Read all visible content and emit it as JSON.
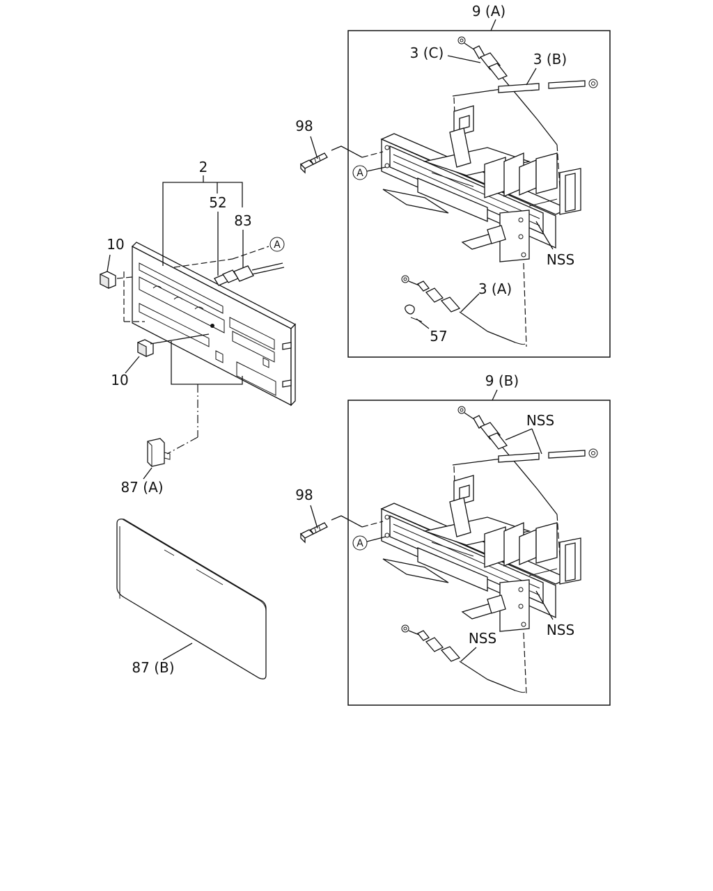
{
  "labels": {
    "assembly_a": "9 (A)",
    "assembly_b": "9 (B)",
    "cable_c": "3 (C)",
    "cable_b": "3 (B)",
    "cable_a": "3 (A)",
    "screw_a": "98",
    "screw_b": "98",
    "ref_a_box_a": "A",
    "ref_a_box_b": "A",
    "ref_a_panel": "A",
    "nss_a": "NSS",
    "nss_b1": "NSS",
    "nss_b2": "NSS",
    "nss_b3": "NSS",
    "clip": "57",
    "panel": "2",
    "bulb": "52",
    "socket": "83",
    "knob_top": "10",
    "knob_bottom": "10",
    "plug_small": "87 (A)",
    "plug_large": "87 (B)"
  }
}
